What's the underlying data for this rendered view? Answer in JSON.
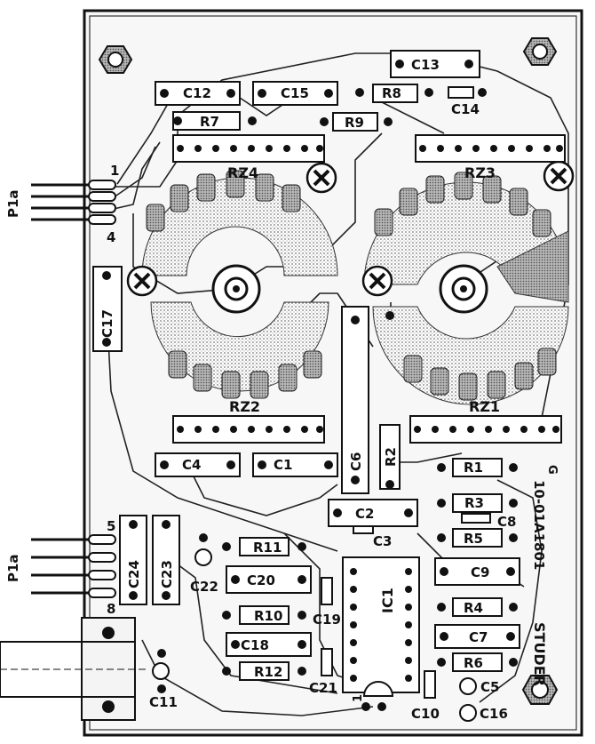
{
  "diagram": {
    "type": "pcb-component-layout",
    "colors": {
      "ink": "#111111",
      "copper_hatch": "#888888",
      "board": "#f4f4f4",
      "background": "#ffffff"
    },
    "connectors": {
      "p1a_top": "P1a",
      "p1a_bottom": "P1a",
      "pin1": "1",
      "pin4": "4",
      "pin5": "5",
      "pin8": "8"
    },
    "rotary_switches": {
      "rz1": "RZ1",
      "rz2": "RZ2",
      "rz3": "RZ3",
      "rz4": "RZ4"
    },
    "ic": {
      "ic1": "IC1"
    },
    "resistors": {
      "r1": "R1",
      "r2": "R2",
      "r3": "R3",
      "r4": "R4",
      "r5": "R5",
      "r6": "R6",
      "r7": "R7",
      "r8": "R8",
      "r9": "R9",
      "r10": "R10",
      "r11": "R11",
      "r12": "R12"
    },
    "capacitors": {
      "c1": "C1",
      "c2": "C2",
      "c3": "C3",
      "c4": "C4",
      "c5": "C5",
      "c6": "C6",
      "c7": "C7",
      "c8": "C8",
      "c9": "C9",
      "c10": "C10",
      "c11": "C11",
      "c12": "C12",
      "c13": "C13",
      "c14": "C14",
      "c15": "C15",
      "c16": "C16",
      "c17": "C17",
      "c18": "C18",
      "c19": "C19",
      "c20": "C20",
      "c21": "C21",
      "c22": "C22",
      "c23": "C23",
      "c24": "C24"
    },
    "board_code": "10-01A1801",
    "board_brand": "STUDER",
    "ic_pin1": "1",
    "corner_mark": "G"
  }
}
